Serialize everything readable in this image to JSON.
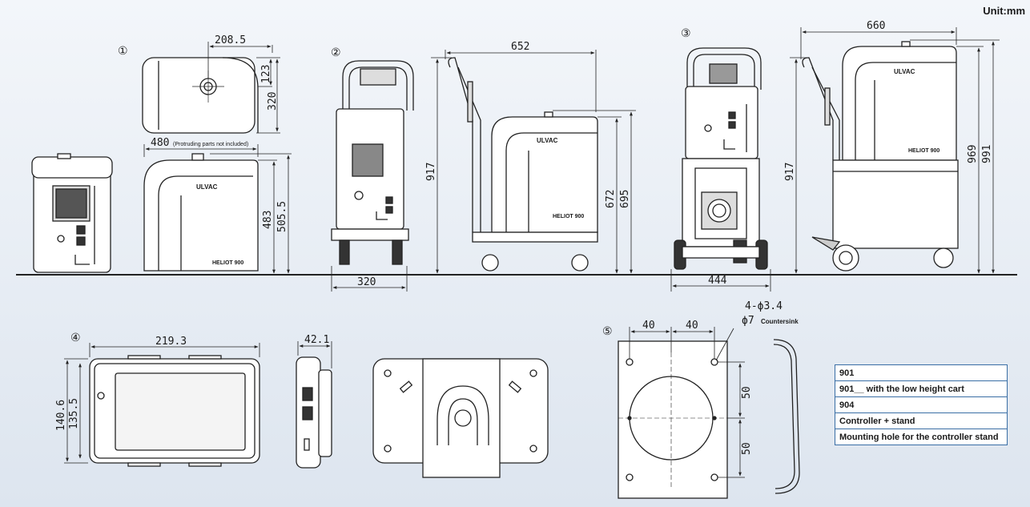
{
  "unit_label": "Unit:mm",
  "markers": [
    "①",
    "②",
    "③",
    "④",
    "⑤"
  ],
  "view1": {
    "top_width": "208.5",
    "top_offset": "123",
    "top_depth": "320",
    "front_width": "480",
    "front_width_note": "(Protruding parts not included)",
    "body_height": "483",
    "total_height": "505.5",
    "brand": "ULVAC",
    "model": "HELIOT 900"
  },
  "view2": {
    "cart_depth": "652",
    "handle_height": "917",
    "body_height": "672",
    "total_height": "695",
    "base_width": "320"
  },
  "view3": {
    "cart_depth": "660",
    "handle_height": "917",
    "body_height": "969",
    "total_height": "991",
    "base_width": "444"
  },
  "view4": {
    "width": "219.3",
    "outer_height": "140.6",
    "inner_height": "135.5",
    "depth": "42.1"
  },
  "view5": {
    "hole_spacing_a": "40",
    "hole_spacing_b": "40",
    "hole_spec": "4-ϕ3.4",
    "countersink_dia": "ϕ7",
    "countersink_label": "Countersink",
    "vert_spacing_a": "50",
    "vert_spacing_b": "50"
  },
  "legend": [
    "901",
    "901__ with the low height cart",
    "904",
    "Controller + stand",
    "Mounting hole for the controller stand"
  ]
}
